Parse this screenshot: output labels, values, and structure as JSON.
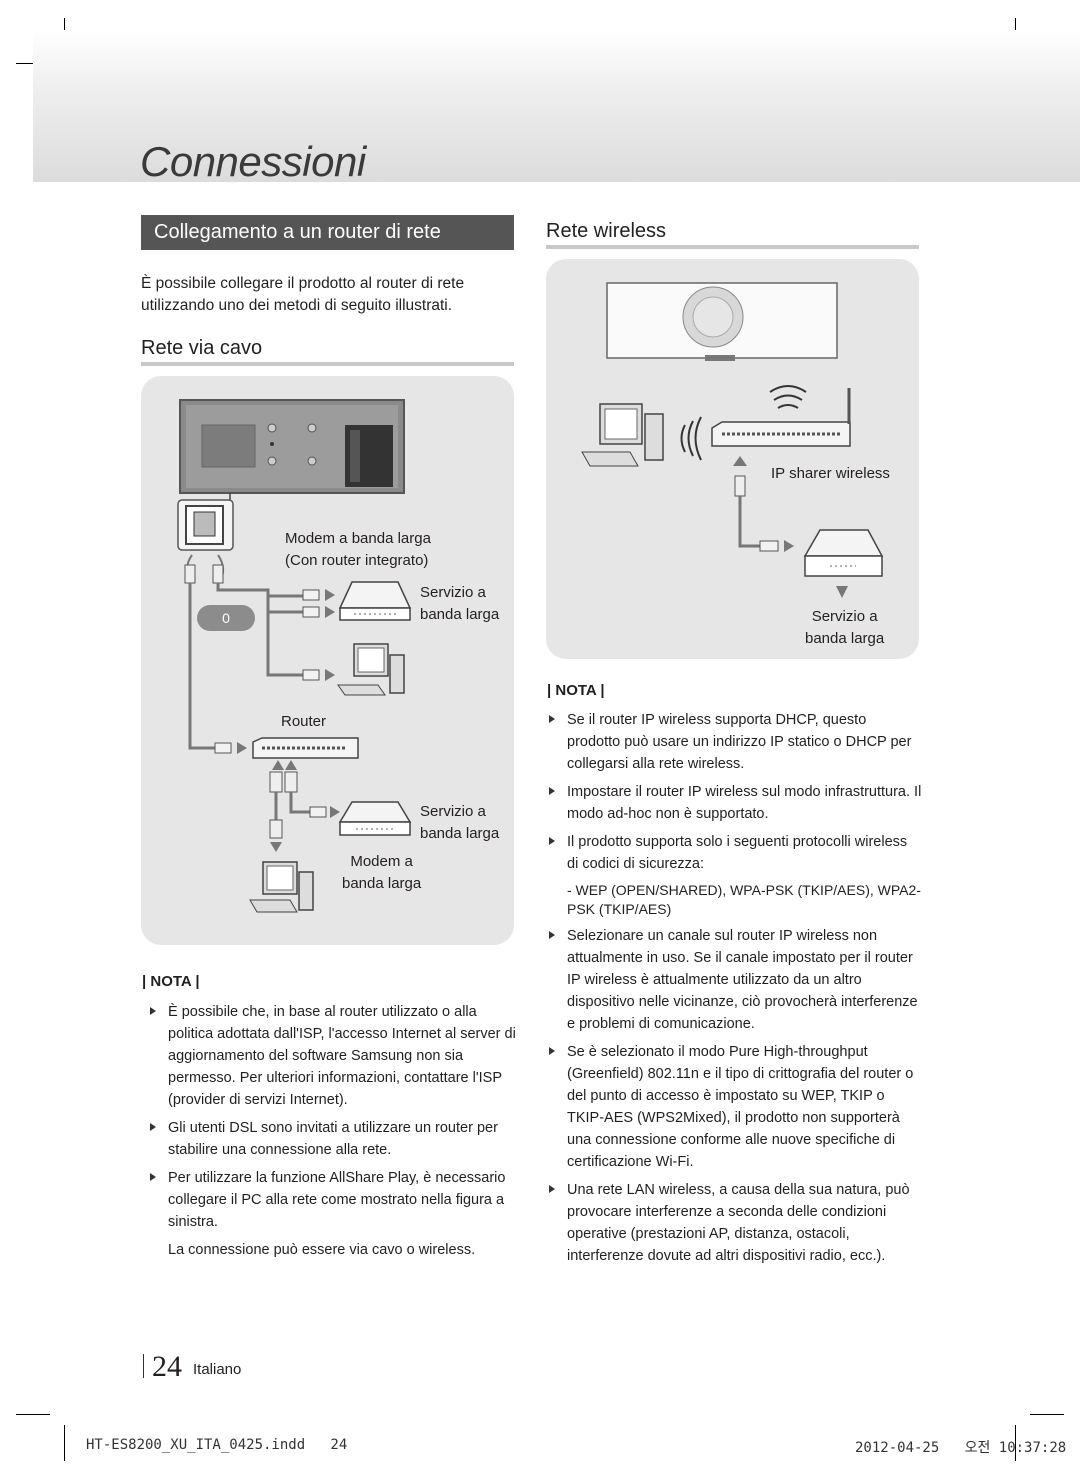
{
  "chapter_title": "Connessioni",
  "section_title": "Collegamento a un router di rete",
  "intro": "È possibile collegare il prodotto al router di rete utilizzando uno dei metodi di seguito illustrati.",
  "wired": {
    "title": "Rete via cavo",
    "labels": {
      "modem_router": "Modem a banda larga\n(Con router integrato)",
      "service1": "Servizio a\nbanda larga",
      "or_badge": "0",
      "router": "Router",
      "service2": "Servizio a\nbanda larga",
      "modem": "Modem a\nbanda larga"
    },
    "nota_label": "NOTA",
    "notes": [
      "È possibile che, in base al router utilizzato o alla politica adottata dall'ISP, l'accesso Internet al server di aggiornamento del software Samsung non sia permesso. Per ulteriori informazioni, contattare l'ISP (provider di servizi Internet).",
      "Gli utenti DSL sono invitati a utilizzare un router per stabilire una connessione alla rete.",
      "Per utilizzare la funzione AllShare Play, è necessario collegare il PC alla rete come mostrato nella figura a sinistra."
    ],
    "note_extra": "La connessione può essere via cavo o wireless."
  },
  "wireless": {
    "title": "Rete wireless",
    "labels": {
      "ip_sharer": "IP sharer wireless",
      "service": "Servizio a\nbanda larga"
    },
    "nota_label": "NOTA",
    "notes": [
      "Se il router IP wireless supporta DHCP, questo prodotto può usare un indirizzo IP statico o DHCP per collegarsi alla rete wireless.",
      "Impostare il router IP wireless sul modo infrastruttura. Il modo ad-hoc non è supportato.",
      "Il prodotto supporta solo i seguenti protocolli wireless di codici di sicurezza:"
    ],
    "sub_note": "- WEP (OPEN/SHARED), WPA-PSK (TKIP/AES), WPA2-PSK (TKIP/AES)",
    "notes_after": [
      "Selezionare un canale sul router IP wireless non attualmente in uso. Se il canale impostato per il router IP wireless è attualmente utilizzato da un altro dispositivo nelle vicinanze, ciò provocherà interferenze e problemi di comunicazione.",
      "Se è selezionato il modo Pure High-throughput (Greenfield) 802.11n e il tipo di crittografia del router o del punto di accesso è impostato su WEP, TKIP o TKIP-AES (WPS2Mixed), il prodotto non supporterà una connessione conforme alle nuove specifiche di certificazione Wi-Fi.",
      "Una rete LAN wireless, a causa della sua natura, può provocare interferenze a seconda delle condizioni operative (prestazioni AP, distanza, ostacoli, interferenze dovute ad altri dispositivi radio, ecc.)."
    ]
  },
  "page_number": "24",
  "language": "Italiano",
  "footer": {
    "file": "HT-ES8200_XU_ITA_0425.indd   24",
    "date": "2012-04-25   오전 10:37:28"
  }
}
